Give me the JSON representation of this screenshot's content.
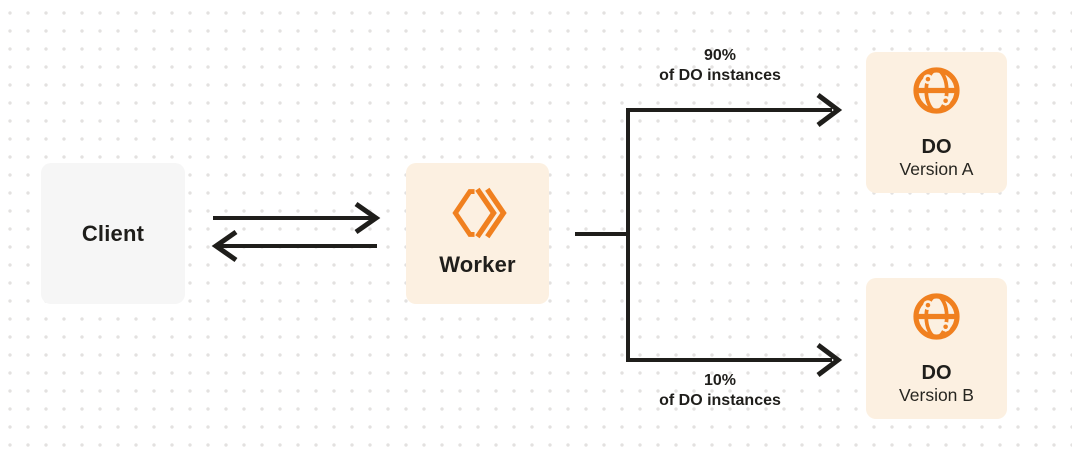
{
  "nodes": {
    "client": {
      "label": "Client"
    },
    "worker": {
      "label": "Worker"
    },
    "do_version_a": {
      "title": "DO",
      "subtitle": "Version A"
    },
    "do_version_b": {
      "title": "DO",
      "subtitle": "Version B"
    }
  },
  "edges": {
    "to_version_a": {
      "percent": "90%",
      "caption": "of DO instances"
    },
    "to_version_b": {
      "percent": "10%",
      "caption": "of DO instances"
    }
  },
  "icons": {
    "worker": "cloudflare-workers-icon",
    "durable_object": "globe-icon"
  },
  "colors": {
    "accent_orange": "#F0801F",
    "box_cream": "#FCF0E1",
    "box_gray": "#F6F6F6",
    "connector_dark": "#1F1E1B",
    "dot_grid": "#E3E1E0"
  }
}
